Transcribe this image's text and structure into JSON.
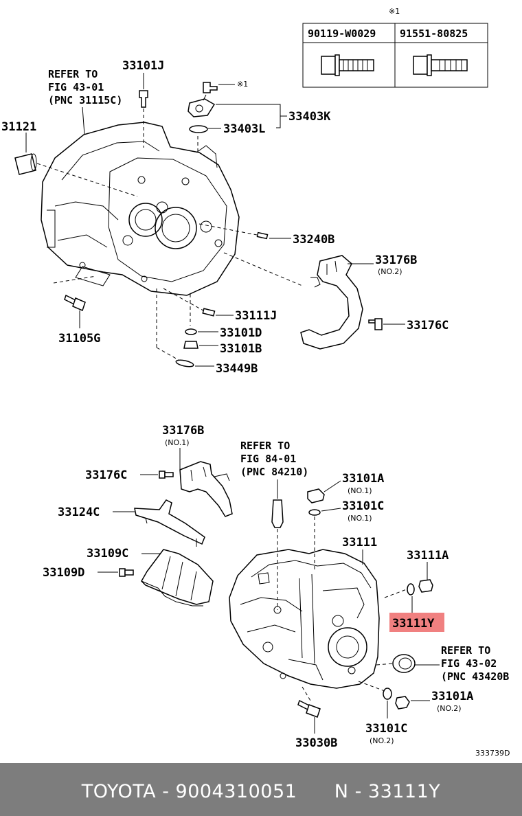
{
  "diagram": {
    "top_note_mark": "※1",
    "bolt_table": {
      "col1": "90119-W0029",
      "col2": "91551-80825"
    },
    "refer_top": {
      "line1": "REFER TO",
      "line2": "FIG 43-01",
      "line3": "(PNC 31115C)"
    },
    "refer_sensor": {
      "line1": "REFER TO",
      "line2": "FIG 84-01",
      "line3": "(PNC 84210)"
    },
    "refer_seal": {
      "line1": "REFER TO",
      "line2": "FIG 43-02",
      "line3": "(PNC 43420B"
    },
    "bolt_mark": "※1",
    "labels": {
      "p33101J": "33101J",
      "p31121": "31121",
      "p33403K": "33403K",
      "p33403L": "33403L",
      "p33240B": "33240B",
      "p33176B_top": "33176B",
      "p33176B_top_sub": "(NO.2)",
      "p33176C_top": "33176C",
      "p31105G": "31105G",
      "p33111J": "33111J",
      "p33101D": "33101D",
      "p33101B": "33101B",
      "p33449B": "33449B",
      "p33176B_bot": "33176B",
      "p33176B_bot_sub": "(NO.1)",
      "p33176C_bot": "33176C",
      "p33124C": "33124C",
      "p33109C": "33109C",
      "p33109D": "33109D",
      "p33101A_top": "33101A",
      "p33101A_top_sub": "(NO.1)",
      "p33101C_top": "33101C",
      "p33101C_top_sub": "(NO.1)",
      "p33111": "33111",
      "p33111A": "33111A",
      "p33111Y": "33111Y",
      "p33101A_bot": "33101A",
      "p33101A_bot_sub": "(NO.2)",
      "p33101C_bot": "33101C",
      "p33101C_bot_sub": "(NO.2)",
      "p33030B": "33030B"
    },
    "illustration_code": "333739D",
    "highlight_color": "#f08080"
  },
  "footer": {
    "text": "TOYOTA - 9004310051      N - 33111Y",
    "background": "#7d7d7d"
  }
}
